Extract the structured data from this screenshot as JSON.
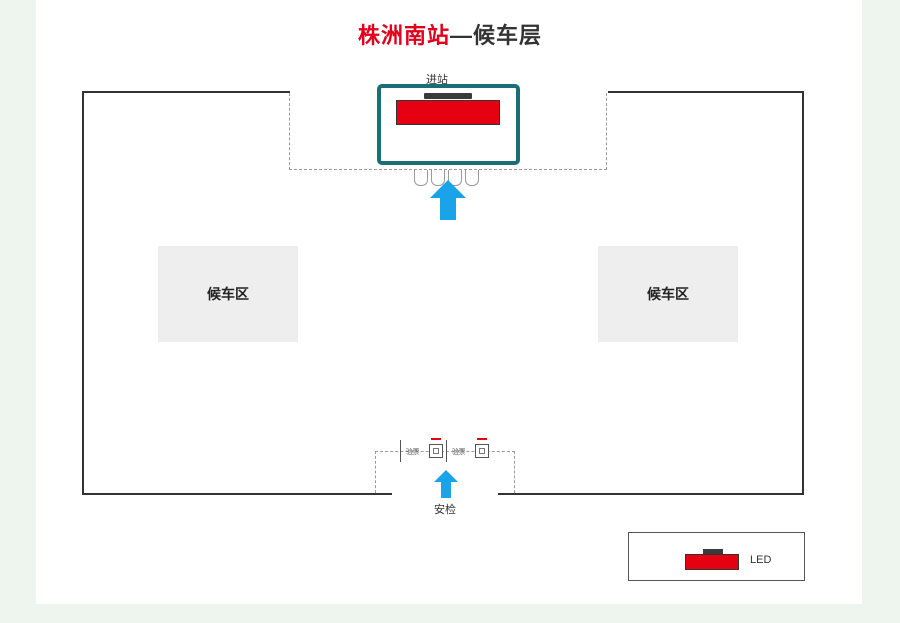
{
  "title": {
    "station": "株洲南站",
    "floor": "—候车层"
  },
  "labels": {
    "entry": "进站",
    "security": "安检"
  },
  "zones": [
    {
      "label": "候车区"
    },
    {
      "label": "候车区"
    }
  ],
  "gates": [
    {
      "label": "验票"
    },
    {
      "label": "验票"
    }
  ],
  "legend": {
    "led_label": "LED"
  },
  "colors": {
    "title_red": "#e0001b",
    "led_red": "#e50012",
    "highlight_teal": "#1b6e78",
    "arrow_blue": "#1aa3e8",
    "zone_gray": "#eeeeee"
  },
  "icons": [
    "up-arrow-icon",
    "led-screen-icon",
    "ticket-gate-icon"
  ]
}
